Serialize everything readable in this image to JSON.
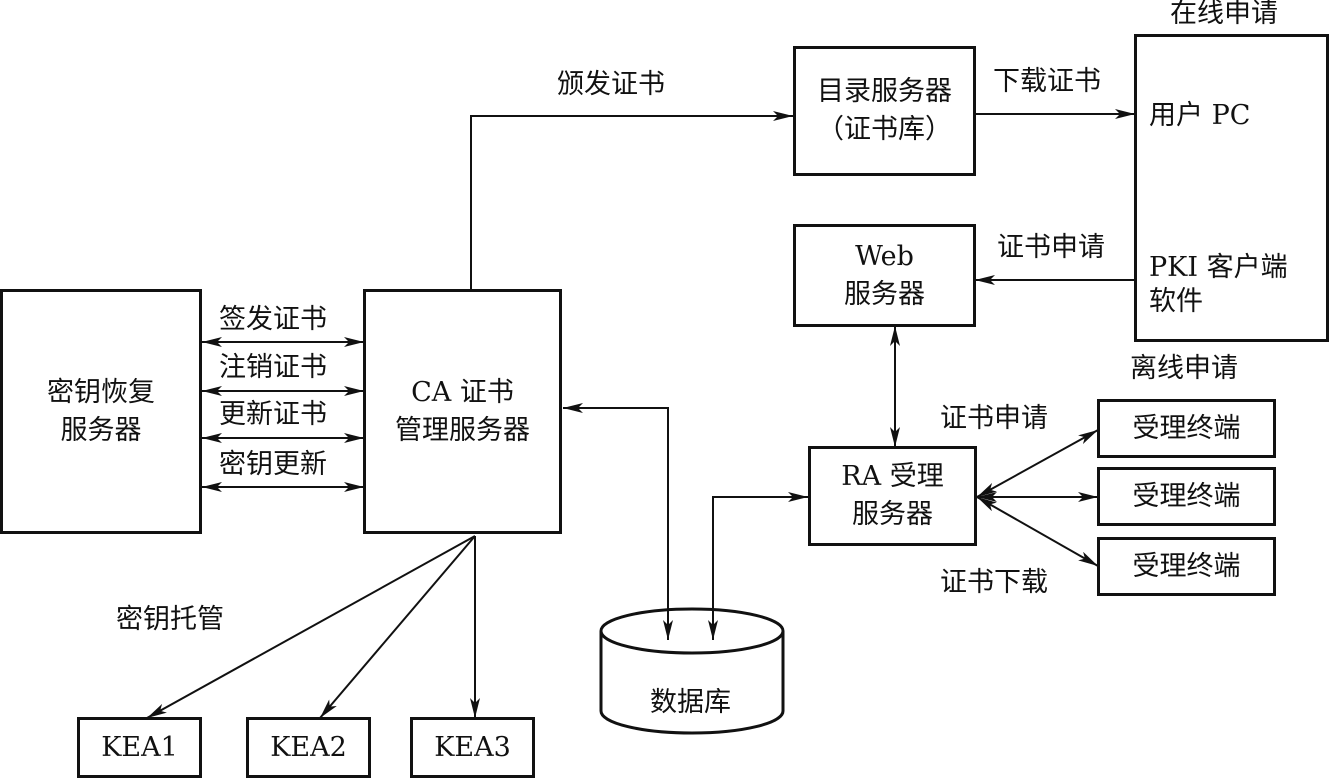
{
  "nodes": {
    "key_recovery": {
      "line1": "密钥恢复",
      "line2": "服务器"
    },
    "ca_server": {
      "line1": "CA 证书",
      "line2": "管理服务器"
    },
    "directory_server": {
      "line1": "目录服务器",
      "line2": "（证书库）"
    },
    "web_server": {
      "line1": "Web",
      "line2": "服务器"
    },
    "ra_server": {
      "line1": "RA 受理",
      "line2": "服务器"
    },
    "user_pc": {
      "title": "在线申请",
      "line1": "用户 PC",
      "line2": "PKI 客户端",
      "line3": "软件"
    },
    "terminals": {
      "title": "离线申请",
      "items": [
        "受理终端",
        "受理终端",
        "受理终端"
      ]
    },
    "database": {
      "label": "数据库"
    },
    "kea": [
      "KEA1",
      "KEA2",
      "KEA3"
    ]
  },
  "edges": {
    "issue_cert": "颁发证书",
    "download_cert": "下载证书",
    "web_cert_request": "证书申请",
    "ra_cert_request": "证书申请",
    "ra_cert_download": "证书下载",
    "key_escrow": "密钥托管",
    "sign_cert": "签发证书",
    "revoke_cert": "注销证书",
    "update_cert": "更新证书",
    "key_update": "密钥更新"
  }
}
